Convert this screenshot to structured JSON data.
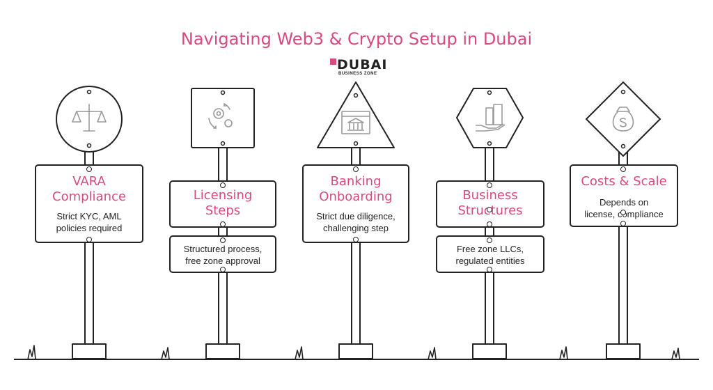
{
  "title": "Navigating Web3 & Crypto Setup in Dubai",
  "logo": {
    "word": "DUBAI",
    "sub": "BUSINESS ZONE"
  },
  "signs": [
    {
      "heading": "VARA Compliance",
      "heading_l1": "VARA",
      "heading_l2": "Compliance",
      "desc_l1": "Strict KYC, AML",
      "desc_l2": "policies required",
      "icon": "scales-icon"
    },
    {
      "heading_l1": "Licensing",
      "heading_l2": "Steps",
      "desc_l1": "Structured process,",
      "desc_l2": "free zone approval",
      "icon": "gears-cycle-icon"
    },
    {
      "heading_l1": "Banking",
      "heading_l2": "Onboarding",
      "desc_l1": "Strict due diligence,",
      "desc_l2": "challenging step",
      "icon": "bank-browser-icon"
    },
    {
      "heading_l1": "Business",
      "heading_l2": "Structures",
      "desc_l1": "Free zone LLCs,",
      "desc_l2": "regulated entities",
      "icon": "buildings-hand-icon"
    },
    {
      "heading_l1": "Costs & Scale",
      "desc_l1": "Depends on",
      "desc_l2": "license, compliance",
      "icon": "money-bag-icon"
    }
  ]
}
